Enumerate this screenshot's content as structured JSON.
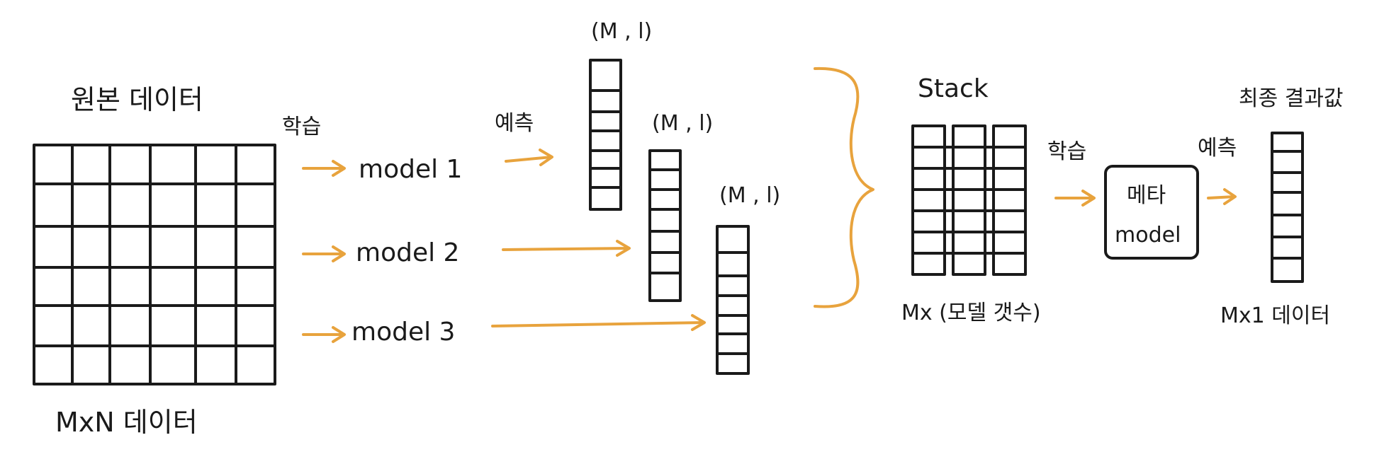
{
  "labels": {
    "original_data": "원본 데이터",
    "matrix_label": "MxN 데이터",
    "train_1": "학습",
    "predict_1": "예측",
    "model_1": "model 1",
    "model_2": "model 2",
    "model_3": "model 3",
    "shape_1": "(M , l)",
    "shape_2": "(M , l)",
    "shape_3": "(M , l)",
    "stack": "Stack",
    "stack_shape": "Mx (모델 갯수)",
    "train_2": "학습",
    "meta_line1": "메타",
    "meta_line2": "model",
    "predict_2": "예측",
    "final_result": "최종 결과값",
    "final_shape": "Mx1 데이터"
  },
  "colors": {
    "ink": "#1a1a1a",
    "arrow": "#e8a33d",
    "background": "#ffffff"
  }
}
